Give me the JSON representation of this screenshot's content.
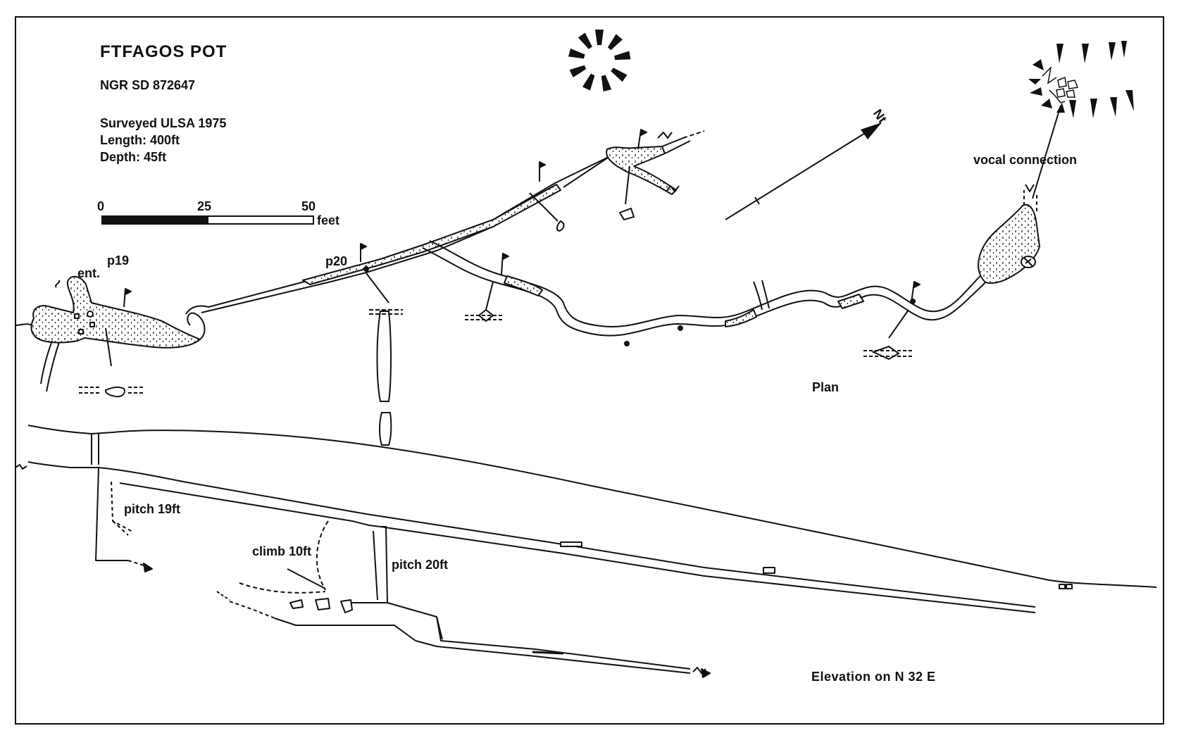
{
  "title": "FTFAGOS  POT",
  "grid_reference": "NGR  SD 872647",
  "survey": {
    "surveyed": "Surveyed   ULSA  1975",
    "length": "Length:  400ft",
    "depth": "Depth:  45ft"
  },
  "scale_bar": {
    "ticks": [
      "0",
      "25",
      "50"
    ],
    "unit": "feet"
  },
  "plan": {
    "label": "Plan",
    "north_label": "Nt",
    "labels": {
      "entrance": "ent.",
      "pitch1": "p19",
      "pitch2": "p20",
      "vocal": "vocal  connection"
    }
  },
  "elevation": {
    "label": "Elevation  on  N 32 E",
    "labels": {
      "pitch1": "pitch  19ft",
      "climb": "climb  10ft",
      "pitch2": "pitch  20ft"
    }
  },
  "icons": [
    "shakehole-radial-symbol",
    "shakehole-with-boulders-symbol",
    "north-arrow-icon",
    "station-flag-icon",
    "water-flow-arrow-icon"
  ],
  "colors": {
    "ink": "#111111",
    "paper": "#ffffff"
  }
}
